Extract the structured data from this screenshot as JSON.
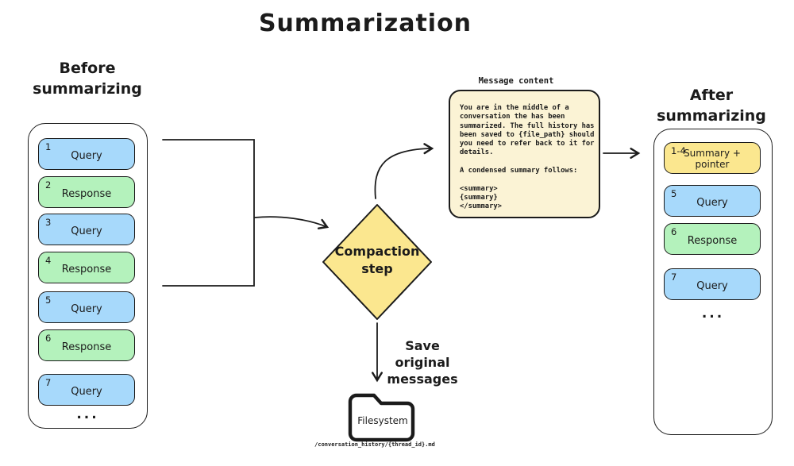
{
  "title": "Summarization",
  "colors": {
    "blue": "#a7d9fb",
    "green": "#b4f2bc",
    "yellow": "#fbe78f",
    "cream": "#fbf3d5",
    "stroke": "#1b1b1b",
    "canvas": "#ffffff"
  },
  "before": {
    "label_line1": "Before",
    "label_line2": "summarizing",
    "ellipsis": "...",
    "messages": [
      {
        "num": "1",
        "label": "Query",
        "type": "blue"
      },
      {
        "num": "2",
        "label": "Response",
        "type": "green"
      },
      {
        "num": "3",
        "label": "Query",
        "type": "blue"
      },
      {
        "num": "4",
        "label": "Response",
        "type": "green"
      },
      {
        "num": "5",
        "label": "Query",
        "type": "blue"
      },
      {
        "num": "6",
        "label": "Response",
        "type": "green"
      },
      {
        "num": "7",
        "label": "Query",
        "type": "blue"
      }
    ]
  },
  "compaction_step": {
    "label_line1": "Compaction",
    "label_line2": "step"
  },
  "message_content": {
    "label": "Message content",
    "body": "You are in the middle of a\nconversation the has been\nsummarized. The full history has\nbeen saved to {file_path} should\nyou need to refer back to it for\ndetails.\n\nA condensed summary follows:\n\n<summary>\n{summary}\n</summary>"
  },
  "after": {
    "label_line1": "After",
    "label_line2": "summarizing",
    "ellipsis": "...",
    "messages": [
      {
        "num": "1-4",
        "label": "Summary + pointer",
        "type": "yellow"
      },
      {
        "num": "5",
        "label": "Query",
        "type": "blue"
      },
      {
        "num": "6",
        "label": "Response",
        "type": "green"
      },
      {
        "num": "7",
        "label": "Query",
        "type": "blue"
      }
    ]
  },
  "save_note": {
    "label_line1": "Save original",
    "label_line2": "messages"
  },
  "filesystem": {
    "label": "Filesystem",
    "path": "/conversation_history/{thread_id}.md"
  }
}
